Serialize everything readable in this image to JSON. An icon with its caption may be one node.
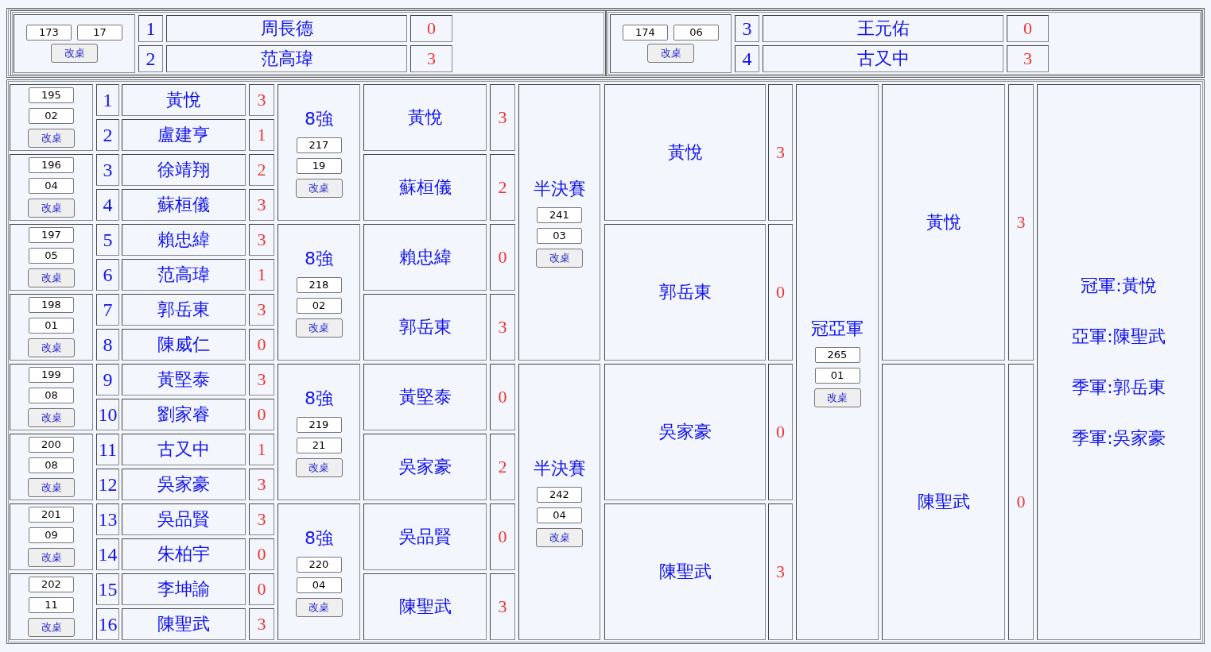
{
  "diagram": {
    "nodes": [
      {
        "text": [],
        "shape": "box"
      },
      {
        "text": [
          "173"
        ],
        "in": 0
      },
      {
        "text": [
          "17"
        ],
        "in": 0
      },
      {
        "text": [
          "改桌"
        ],
        "in": 0
      },
      {
        "text": [
          "1"
        ]
      },
      {
        "text": [
          "周長德"
        ]
      },
      {
        "text": [
          "0"
        ]
      },
      {
        "text": [
          "2"
        ]
      },
      {
        "text": [
          "范高瑋"
        ]
      },
      {
        "text": [
          "3"
        ]
      },
      {
        "text": [],
        "shape": "box"
      },
      {
        "text": [
          "174"
        ],
        "in": 10
      },
      {
        "text": [
          "06"
        ],
        "in": 10
      },
      {
        "text": [
          "改桌"
        ],
        "in": 10
      },
      {
        "text": [
          "3"
        ]
      },
      {
        "text": [
          "王元佑"
        ]
      },
      {
        "text": [
          "0"
        ]
      },
      {
        "text": [
          "4"
        ]
      },
      {
        "text": [
          "古又中"
        ]
      },
      {
        "text": [
          "3"
        ]
      },
      {
        "text": [],
        "shape": "box"
      },
      {
        "text": [
          "195"
        ],
        "in": 20
      },
      {
        "text": [
          "02"
        ],
        "in": 20
      },
      {
        "text": [
          "改桌"
        ],
        "in": 20
      },
      {
        "text": [
          "1"
        ]
      },
      {
        "text": [
          "黃悅"
        ]
      },
      {
        "text": [
          "3"
        ]
      },
      {
        "text": [
          "2"
        ]
      },
      {
        "text": [
          "盧建亨"
        ]
      },
      {
        "text": [
          "1"
        ]
      },
      {
        "text": [],
        "shape": "box"
      },
      {
        "text": [
          "196"
        ],
        "in": 30
      },
      {
        "text": [
          "04"
        ],
        "in": 30
      },
      {
        "text": [
          "改桌"
        ],
        "in": 30
      },
      {
        "text": [
          "3"
        ]
      },
      {
        "text": [
          "徐靖翔"
        ]
      },
      {
        "text": [
          "2"
        ]
      },
      {
        "text": [
          "4"
        ]
      },
      {
        "text": [
          "蘇桓儀"
        ]
      },
      {
        "text": [
          "3"
        ]
      },
      {
        "text": [],
        "shape": "box"
      },
      {
        "text": [
          "197"
        ],
        "in": 40
      },
      {
        "text": [
          "05"
        ],
        "in": 40
      },
      {
        "text": [
          "改桌"
        ],
        "in": 40
      },
      {
        "text": [
          "5"
        ]
      },
      {
        "text": [
          "賴忠緯"
        ]
      },
      {
        "text": [
          "3"
        ]
      },
      {
        "text": [
          "6"
        ]
      },
      {
        "text": [
          "范高瑋"
        ]
      },
      {
        "text": [
          "1"
        ]
      },
      {
        "text": [],
        "shape": "box"
      },
      {
        "text": [
          "198"
        ],
        "in": 50
      },
      {
        "text": [
          "01"
        ],
        "in": 50
      },
      {
        "text": [
          "改桌"
        ],
        "in": 50
      },
      {
        "text": [
          "7"
        ]
      },
      {
        "text": [
          "郭岳東"
        ]
      },
      {
        "text": [
          "3"
        ]
      },
      {
        "text": [
          "8"
        ]
      },
      {
        "text": [
          "陳威仁"
        ]
      },
      {
        "text": [
          "0"
        ]
      },
      {
        "text": [],
        "shape": "box"
      },
      {
        "text": [
          "199"
        ],
        "in": 60
      },
      {
        "text": [
          "08"
        ],
        "in": 60
      },
      {
        "text": [
          "改桌"
        ],
        "in": 60
      },
      {
        "text": [
          "9"
        ]
      },
      {
        "text": [
          "黃堅泰"
        ]
      },
      {
        "text": [
          "3"
        ]
      },
      {
        "text": [
          "10"
        ]
      },
      {
        "text": [
          "劉家睿"
        ]
      },
      {
        "text": [
          "0"
        ]
      },
      {
        "text": [],
        "shape": "box"
      },
      {
        "text": [
          "200"
        ],
        "in": 70
      },
      {
        "text": [
          "08"
        ],
        "in": 70
      },
      {
        "text": [
          "改桌"
        ],
        "in": 70
      },
      {
        "text": [
          "11"
        ]
      },
      {
        "text": [
          "古又中"
        ]
      },
      {
        "text": [
          "1"
        ]
      },
      {
        "text": [
          "12"
        ]
      },
      {
        "text": [
          "吳家豪"
        ]
      },
      {
        "text": [
          "3"
        ]
      },
      {
        "text": [],
        "shape": "box"
      },
      {
        "text": [
          "201"
        ],
        "in": 80
      },
      {
        "text": [
          "09"
        ],
        "in": 80
      },
      {
        "text": [
          "改桌"
        ],
        "in": 80
      },
      {
        "text": [
          "13"
        ]
      },
      {
        "text": [
          "吳品賢"
        ]
      },
      {
        "text": [
          "3"
        ]
      },
      {
        "text": [
          "14"
        ]
      },
      {
        "text": [
          "朱柏宇"
        ]
      },
      {
        "text": [
          "0"
        ]
      },
      {
        "text": [],
        "shape": "box"
      },
      {
        "text": [
          "202"
        ],
        "in": 90
      },
      {
        "text": [
          "11"
        ],
        "in": 90
      },
      {
        "text": [
          "改桌"
        ],
        "in": 90
      },
      {
        "text": [
          "15"
        ]
      },
      {
        "text": [
          "李坤諭"
        ]
      },
      {
        "text": [
          "0"
        ]
      },
      {
        "text": [
          "16"
        ]
      },
      {
        "text": [
          "陳聖武"
        ]
      },
      {
        "text": [
          "3"
        ]
      },
      {
        "text": [
          "8強"
        ]
      },
      {
        "text": [
          "217"
        ],
        "in": 100
      },
      {
        "text": [
          "19"
        ],
        "in": 100
      },
      {
        "text": [
          "改桌"
        ],
        "in": 100
      },
      {
        "text": [
          "黃悅"
        ]
      },
      {
        "text": [
          "3"
        ]
      },
      {
        "text": [
          "蘇桓儀"
        ]
      },
      {
        "text": [
          "2"
        ]
      },
      {
        "text": [
          "8強"
        ]
      },
      {
        "text": [
          "218"
        ],
        "in": 108
      },
      {
        "text": [
          "02"
        ],
        "in": 108
      },
      {
        "text": [
          "改桌"
        ],
        "in": 108
      },
      {
        "text": [
          "賴忠緯"
        ]
      },
      {
        "text": [
          "0"
        ]
      },
      {
        "text": [
          "郭岳東"
        ]
      },
      {
        "text": [
          "3"
        ]
      },
      {
        "text": [
          "8強"
        ]
      },
      {
        "text": [
          "219"
        ],
        "in": 116
      },
      {
        "text": [
          "21"
        ],
        "in": 116
      },
      {
        "text": [
          "改桌"
        ],
        "in": 116
      },
      {
        "text": [
          "黃堅泰"
        ]
      },
      {
        "text": [
          "0"
        ]
      },
      {
        "text": [
          "吳家豪"
        ]
      },
      {
        "text": [
          "2"
        ]
      },
      {
        "text": [
          "8強"
        ]
      },
      {
        "text": [
          "220"
        ],
        "in": 124
      },
      {
        "text": [
          "04"
        ],
        "in": 124
      },
      {
        "text": [
          "改桌"
        ],
        "in": 124
      },
      {
        "text": [
          "吳品賢"
        ]
      },
      {
        "text": [
          "0"
        ]
      },
      {
        "text": [
          "陳聖武"
        ]
      },
      {
        "text": [
          "3"
        ]
      },
      {
        "text": [
          "半決賽"
        ]
      },
      {
        "text": [
          "241"
        ],
        "in": 132
      },
      {
        "text": [
          "03"
        ],
        "in": 132
      },
      {
        "text": [
          "改桌"
        ],
        "in": 132
      },
      {
        "text": [
          "黃悅"
        ]
      },
      {
        "text": [
          "3"
        ]
      },
      {
        "text": [
          "郭岳東"
        ]
      },
      {
        "text": [
          "0"
        ]
      },
      {
        "text": [
          "半決賽"
        ]
      },
      {
        "text": [
          "242"
        ],
        "in": 140
      },
      {
        "text": [
          "04"
        ],
        "in": 140
      },
      {
        "text": [
          "改桌"
        ],
        "in": 140
      },
      {
        "text": [
          "吳家豪"
        ]
      },
      {
        "text": [
          "0"
        ]
      },
      {
        "text": [
          "陳聖武"
        ]
      },
      {
        "text": [
          "3"
        ]
      },
      {
        "text": [
          "冠亞軍"
        ]
      },
      {
        "text": [
          "265"
        ],
        "in": 148
      },
      {
        "text": [
          "01"
        ],
        "in": 148
      },
      {
        "text": [
          "改桌"
        ],
        "in": 148
      },
      {
        "text": [
          "黃悅"
        ]
      },
      {
        "text": [
          "3"
        ]
      },
      {
        "text": [
          "陳聖武"
        ]
      },
      {
        "text": [
          "0"
        ]
      },
      {
        "text": [
          "冠軍:黃悅",
          "亞軍:陳聖武",
          "季軍:郭岳東",
          "季軍:吳家豪"
        ]
      }
    ]
  }
}
